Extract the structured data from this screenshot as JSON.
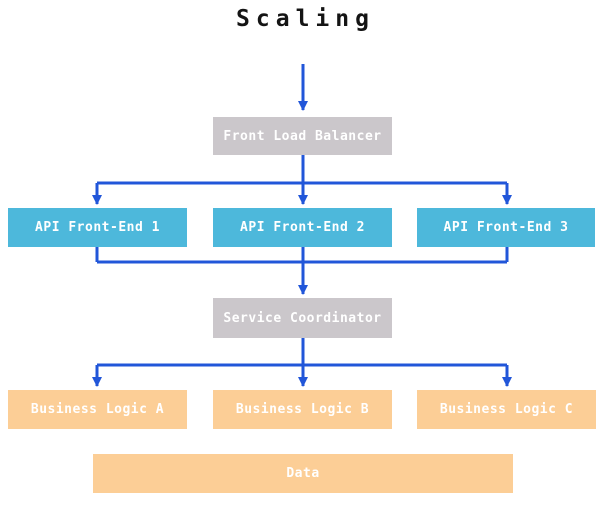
{
  "title": "Scaling",
  "colors": {
    "arrow-blue": "#2156d9",
    "node-gray": "#cbc7cb",
    "node-blue": "#4db8db",
    "node-orange": "#fcce96",
    "node-text": "#ffffff",
    "title-text": "#141414",
    "canvas-bg": "#ffffff"
  },
  "nodes": {
    "front_load_balancer": {
      "label": "Front Load Balancer"
    },
    "api_front_end_1": {
      "label": "API Front-End 1"
    },
    "api_front_end_2": {
      "label": "API Front-End 2"
    },
    "api_front_end_3": {
      "label": "API Front-End 3"
    },
    "service_coordinator": {
      "label": "Service Coordinator"
    },
    "business_logic_a": {
      "label": "Business Logic A"
    },
    "business_logic_b": {
      "label": "Business Logic B"
    },
    "business_logic_c": {
      "label": "Business Logic C"
    },
    "data_store": {
      "label": "Data"
    }
  },
  "edges": [
    {
      "from": "start",
      "to": "front_load_balancer"
    },
    {
      "from": "front_load_balancer",
      "to": "api_front_end_1"
    },
    {
      "from": "front_load_balancer",
      "to": "api_front_end_2"
    },
    {
      "from": "front_load_balancer",
      "to": "api_front_end_3"
    },
    {
      "from": "api_front_end_1",
      "to": "service_coordinator"
    },
    {
      "from": "api_front_end_2",
      "to": "service_coordinator"
    },
    {
      "from": "api_front_end_3",
      "to": "service_coordinator"
    },
    {
      "from": "service_coordinator",
      "to": "business_logic_a"
    },
    {
      "from": "service_coordinator",
      "to": "business_logic_b"
    },
    {
      "from": "service_coordinator",
      "to": "business_logic_c"
    }
  ]
}
